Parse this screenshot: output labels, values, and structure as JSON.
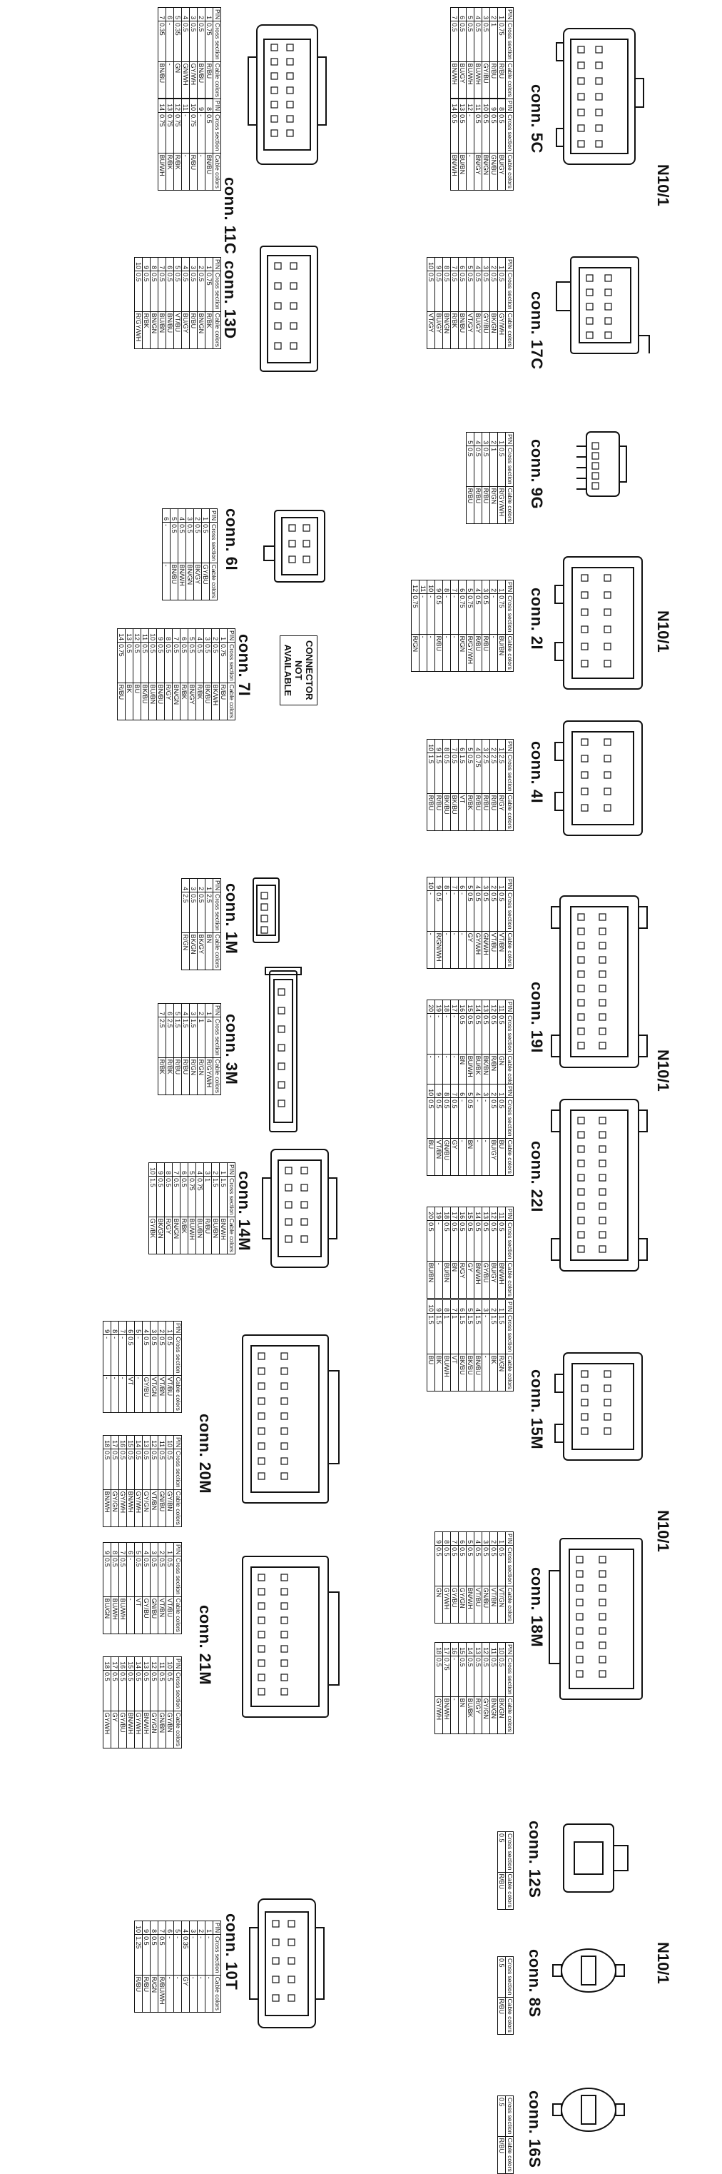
{
  "page": {
    "section_labels": [
      "N10/1",
      "N10/1",
      "N10/1",
      "N10/1",
      "N10/1"
    ]
  },
  "header": {
    "pin": "PIN",
    "cross": "Cross section",
    "cable": "Cable colors"
  },
  "connectors": {
    "c5C": {
      "title": "conn. 5C",
      "rows": [
        [
          "1",
          "0.75",
          "R/BU",
          "8",
          "0.5",
          "BU/GY"
        ],
        [
          "2",
          "1",
          "R/BU",
          "9",
          "0.5",
          "GN/BU"
        ],
        [
          "3",
          "0.5",
          "GY/BU",
          "10",
          "0.5",
          "BN/GN"
        ],
        [
          "4",
          "0.5",
          "BU/WH",
          "11",
          "0.5",
          "BN/GY"
        ],
        [
          "5",
          "0.5",
          "BU/WH",
          "12",
          "-",
          "-"
        ],
        [
          "6",
          "0.5",
          "BU/GY",
          "13",
          "0.5",
          "BU/BN"
        ],
        [
          "7",
          "0.5",
          "BN/WH",
          "14",
          "0.5",
          "BN/WH"
        ]
      ]
    },
    "c11C": {
      "title": "conn. 11C",
      "rows": [
        [
          "1",
          "0.75",
          "R/BU",
          "8",
          "0.5",
          "BN/BU"
        ],
        [
          "2",
          "0.5",
          "BN/BU",
          "9",
          "-",
          "-"
        ],
        [
          "3",
          "0.5",
          "GY/WH",
          "10",
          "0.75",
          "R/BU"
        ],
        [
          "4",
          "0.5",
          "GN/WH",
          "11",
          "-",
          "-"
        ],
        [
          "5",
          "0.35",
          "GN",
          "12",
          "0.75",
          "R/BK"
        ],
        [
          "6",
          "-",
          "-",
          "13",
          "0.75",
          "R/BK"
        ],
        [
          "7",
          "0.35",
          "BN/BU",
          "14",
          "0.75",
          "BU/WH"
        ]
      ]
    },
    "c17C": {
      "title": "conn. 17C",
      "rows": [
        [
          "1",
          "0.5",
          "GY/WH"
        ],
        [
          "2",
          "0.5",
          "BK/GN"
        ],
        [
          "3",
          "0.5",
          "GY/BU"
        ],
        [
          "4",
          "0.5",
          "BU/GY"
        ],
        [
          "5",
          "0.5",
          "VT/GY"
        ],
        [
          "6",
          "0.5",
          "BN/BU"
        ],
        [
          "7",
          "0.5",
          "R/BK"
        ],
        [
          "8",
          "0.5",
          "BN/GN"
        ],
        [
          "9",
          "0.5",
          "BU/GY"
        ],
        [
          "10",
          "0.5",
          "VT/GY"
        ]
      ]
    },
    "c13D": {
      "title": "conn. 13D",
      "rows": [
        [
          "1",
          "0.75",
          "R/BK"
        ],
        [
          "2",
          "0.5",
          "BN/GN"
        ],
        [
          "3",
          "0.5",
          "R/BU"
        ],
        [
          "4",
          "0.5",
          "BU/GY"
        ],
        [
          "5",
          "0.5",
          "VT/BU"
        ],
        [
          "6",
          "0.5",
          "BN/BU"
        ],
        [
          "7",
          "0.5",
          "BU/BN"
        ],
        [
          "8",
          "0.5",
          "BN/GN"
        ],
        [
          "9",
          "0.5",
          "R/BK"
        ],
        [
          "10",
          "0.5",
          "R/GY/WH"
        ]
      ]
    },
    "c9G": {
      "title": "conn. 9G",
      "rows": [
        [
          "1",
          "0.5",
          "R/GY/WH"
        ],
        [
          "2",
          "1",
          "R/GN"
        ],
        [
          "3",
          "0.5",
          "R/BU"
        ],
        [
          "4",
          "0.5",
          "R/BU"
        ],
        [
          "5",
          "0.5",
          "R/BU"
        ]
      ]
    },
    "c6I": {
      "title": "conn. 6I",
      "rows": [
        [
          "1",
          "0.5",
          "GY/BU"
        ],
        [
          "2",
          "0.5",
          "BK/GY"
        ],
        [
          "3",
          "0.5",
          "BN/GN"
        ],
        [
          "4",
          "0.5",
          "BN/WH"
        ],
        [
          "5",
          "0.5",
          "BN/BU"
        ],
        [
          "6",
          "-",
          "-"
        ]
      ]
    },
    "c7I": {
      "title": "conn. 7I",
      "rows": [
        [
          "1",
          "0.75",
          "R/BU"
        ],
        [
          "2",
          "0.5",
          "BK/WH"
        ],
        [
          "3",
          "0.5",
          "BK/BU"
        ],
        [
          "4",
          "0.5",
          "R/BK"
        ],
        [
          "5",
          "0.5",
          "BN/GY"
        ],
        [
          "6",
          "0.5",
          "R/BK"
        ],
        [
          "7",
          "0.5",
          "BN/GN"
        ],
        [
          "8",
          "0.5",
          "R/GY"
        ],
        [
          "9",
          "0.5",
          "BN/BU"
        ],
        [
          "10",
          "0.5",
          "BU/BN"
        ],
        [
          "11",
          "0.5",
          "BK/BU"
        ],
        [
          "12",
          "0.5",
          "BU"
        ],
        [
          "13",
          "0.5",
          "BK"
        ],
        [
          "14",
          "0.75",
          "R/BU"
        ]
      ]
    },
    "c2I": {
      "title": "conn. 2I",
      "rows": [
        [
          "1",
          "0.75",
          "BU/BN"
        ],
        [
          "2",
          "-",
          "-"
        ],
        [
          "3",
          "0.5",
          "R/BU"
        ],
        [
          "4",
          "0.5",
          "R/BU"
        ],
        [
          "5",
          "0.75",
          "R/GY/WH"
        ],
        [
          "6",
          "0.75",
          "R/GN"
        ],
        [
          "7",
          "-",
          "-"
        ],
        [
          "8",
          "-",
          "-"
        ],
        [
          "9",
          "0.5",
          "R/BU"
        ],
        [
          "10",
          "-",
          "-"
        ],
        [
          "11",
          "-",
          "-"
        ],
        [
          "12",
          "0.75",
          "R/GN"
        ]
      ]
    },
    "c4I": {
      "title": "conn. 4I",
      "rows": [
        [
          "1",
          "2.5",
          "R/GY"
        ],
        [
          "2",
          "2.5",
          "R/BU"
        ],
        [
          "3",
          "2.5",
          "R/BU"
        ],
        [
          "4",
          "0.75",
          "R/BU"
        ],
        [
          "5",
          "0.5",
          "R/BK"
        ],
        [
          "6",
          "1.5",
          "VT"
        ],
        [
          "7",
          "0.5",
          "BK/BU"
        ],
        [
          "8",
          "0.5",
          "BK/BU"
        ],
        [
          "9",
          "1.5",
          "R/BU"
        ],
        [
          "10",
          "1.5",
          "R/BU"
        ]
      ]
    },
    "c1M": {
      "title": "conn. 1M",
      "rows": [
        [
          "1",
          "2.5",
          "BN"
        ],
        [
          "2",
          "0.5",
          "BK/GY"
        ],
        [
          "3",
          "0.5",
          "BK/GN"
        ],
        [
          "4",
          "2.5",
          "R/GN"
        ]
      ]
    },
    "c3M": {
      "title": "conn. 3M",
      "rows": [
        [
          "1",
          "4",
          "R/GY/WH"
        ],
        [
          "2",
          "1",
          "R/GN"
        ],
        [
          "3",
          "1.5",
          "R/GN"
        ],
        [
          "4",
          "1.5",
          "R/BU"
        ],
        [
          "5",
          "1.5",
          "R/BU"
        ],
        [
          "6",
          "2.5",
          "R/BK"
        ],
        [
          "7",
          "2.5",
          "R/BK"
        ]
      ]
    },
    "c14M": {
      "title": "conn. 14M",
      "rows": [
        [
          "1",
          "1.5",
          "BN/WH"
        ],
        [
          "2",
          "1.5",
          "BU/BN"
        ],
        [
          "3",
          "1",
          "R/BU"
        ],
        [
          "4",
          "0.75",
          "BU/BN"
        ],
        [
          "5",
          "0.75",
          "BU/WH"
        ],
        [
          "6",
          "0.5",
          "R/BK"
        ],
        [
          "7",
          "0.5",
          "BN/GN"
        ],
        [
          "8",
          "0.5",
          "R/GY"
        ],
        [
          "9",
          "0.5",
          "BK/GN"
        ],
        [
          "10",
          "1.5",
          "GY/BK"
        ]
      ]
    },
    "c19I": {
      "title": "conn. 19I",
      "rows": [
        [
          "1",
          "0.5",
          "VT/BN"
        ],
        [
          "2",
          "0.5",
          "VT/BU"
        ],
        [
          "3",
          "0.5",
          "GN/WH"
        ],
        [
          "4",
          "0.5",
          "GY/WH"
        ],
        [
          "5",
          "0.5",
          "GY"
        ],
        [
          "6",
          "-",
          "-"
        ],
        [
          "7",
          "-",
          "-"
        ],
        [
          "8",
          "-",
          "-"
        ],
        [
          "9",
          "0.5",
          "R/GN/WH"
        ],
        [
          "10",
          "-",
          "-"
        ]
      ]
    },
    "c19I_b": {
      "rows": [
        [
          "11",
          "0.5",
          "GN"
        ],
        [
          "12",
          "0.5",
          "R/BN"
        ],
        [
          "13",
          "0.5",
          "BK/BN"
        ],
        [
          "14",
          "0.5",
          "BU/BK"
        ],
        [
          "15",
          "0.5",
          "BU/WH"
        ],
        [
          "16",
          "0.5",
          "BN"
        ],
        [
          "17",
          "-",
          "-"
        ],
        [
          "18",
          "-",
          "-"
        ],
        [
          "19",
          "-",
          "-"
        ],
        [
          "20",
          "-",
          "-"
        ]
      ]
    },
    "c22I": {
      "title": "conn. 22I",
      "rows": [
        [
          "1",
          "0.5",
          "BU"
        ],
        [
          "2",
          "0.5",
          "BU/GY"
        ],
        [
          "3",
          "-",
          "-"
        ],
        [
          "4",
          "-",
          "-"
        ],
        [
          "5",
          "0.5",
          "BN"
        ],
        [
          "6",
          "-",
          "-"
        ],
        [
          "7",
          "0.5",
          "GY"
        ],
        [
          "8",
          "0.5",
          "GN/BU"
        ],
        [
          "9",
          "0.5",
          "VT/BN"
        ],
        [
          "10",
          "0.5",
          "BU"
        ]
      ]
    },
    "c22I_b": {
      "rows": [
        [
          "11",
          "0.5",
          "BN/WH"
        ],
        [
          "12",
          "0.5",
          "BU/GY"
        ],
        [
          "13",
          "0.5",
          "GY/BU"
        ],
        [
          "14",
          "0.5",
          "BN/WH"
        ],
        [
          "15",
          "0.5",
          "GY"
        ],
        [
          "16",
          "0.5",
          "R/GY"
        ],
        [
          "17",
          "0.5",
          "BN"
        ],
        [
          "18",
          "0.5",
          "BU/BN"
        ],
        [
          "19",
          "-",
          "-"
        ],
        [
          "20",
          "0.5",
          "BU/BN"
        ]
      ]
    },
    "c15M": {
      "title": "conn. 15M",
      "rows": [
        [
          "1",
          "1.5",
          "R/GN"
        ],
        [
          "2",
          "1.5",
          "BK"
        ],
        [
          "3",
          "-",
          "-"
        ],
        [
          "4",
          "1.5",
          "BN/BU"
        ],
        [
          "5",
          "1.5",
          "BK/BU"
        ],
        [
          "6",
          "1.5",
          "BK/BU"
        ],
        [
          "7",
          "1",
          "VT"
        ],
        [
          "8",
          "1",
          "BU/WH"
        ],
        [
          "9",
          "1.5",
          "BK"
        ],
        [
          "10",
          "1.5",
          "BU"
        ]
      ]
    },
    "c18M": {
      "title": "conn. 18M",
      "rows": [
        [
          "1",
          "0.5",
          "VT/GN"
        ],
        [
          "2",
          "0.5",
          "VT/BN"
        ],
        [
          "3",
          "0.5",
          "GN/BU"
        ],
        [
          "4",
          "0.5",
          "VT/BU"
        ],
        [
          "5",
          "0.5",
          "BN/WH"
        ],
        [
          "6",
          "0.5",
          "GY/GN"
        ],
        [
          "7",
          "0.5",
          "GY/BU"
        ],
        [
          "8",
          "0.5",
          "GY/WH"
        ],
        [
          "9",
          "0.5",
          "GN"
        ]
      ]
    },
    "c18M_b": {
      "rows": [
        [
          "10",
          "0.5",
          "BK/GN"
        ],
        [
          "11",
          "0.5",
          "BN/GN"
        ],
        [
          "12",
          "0.5",
          "GY/GN"
        ],
        [
          "13",
          "0.5",
          "R/GY"
        ],
        [
          "14",
          "0.5",
          "BU/BK"
        ],
        [
          "15",
          "0.5",
          "BN"
        ],
        [
          "16",
          "-",
          "-"
        ],
        [
          "17",
          "0.75",
          "BN/WH"
        ],
        [
          "18",
          "0.5",
          "GY/WH"
        ]
      ]
    },
    "c20M": {
      "title": "conn. 20M",
      "rows": [
        [
          "1",
          "0.5",
          "VT/BU"
        ],
        [
          "2",
          "0.5",
          "VT/BN"
        ],
        [
          "3",
          "0.5",
          "VT/GN"
        ],
        [
          "4",
          "0.5",
          "GY/BU"
        ],
        [
          "5",
          "-",
          "-"
        ],
        [
          "6",
          "0.5",
          "VT"
        ],
        [
          "7",
          "-",
          "-"
        ],
        [
          "8",
          "-",
          "-"
        ],
        [
          "9",
          "-",
          "-"
        ]
      ]
    },
    "c20M_b": {
      "rows": [
        [
          "10",
          "0.5",
          "GY/BN"
        ],
        [
          "11",
          "0.5",
          "GN/BU"
        ],
        [
          "12",
          "0.5",
          "VT/BN"
        ],
        [
          "13",
          "0.5",
          "GY/GN"
        ],
        [
          "14",
          "0.5",
          "GY/WH"
        ],
        [
          "15",
          "0.5",
          "BN/WH"
        ],
        [
          "16",
          "0.5",
          "GY/WH"
        ],
        [
          "17",
          "0.5",
          "GY/GN"
        ],
        [
          "18",
          "0.5",
          "BN/WH"
        ]
      ]
    },
    "c21M": {
      "title": "conn. 21M",
      "rows": [
        [
          "1",
          "0.5",
          "VT/BU"
        ],
        [
          "2",
          "0.5",
          "VT/BN"
        ],
        [
          "3",
          "0.5",
          "GN/BU"
        ],
        [
          "4",
          "0.5",
          "GY/BU"
        ],
        [
          "5",
          "0.5",
          "VT"
        ],
        [
          "6",
          "-",
          "-"
        ],
        [
          "7",
          "0.5",
          "BU/WH"
        ],
        [
          "8",
          "0.5",
          "BU/WH"
        ],
        [
          "9",
          "0.5",
          "BU/GN"
        ]
      ]
    },
    "c21M_b": {
      "rows": [
        [
          "10",
          "0.5",
          "GY/BN"
        ],
        [
          "11",
          "0.5",
          "GN/BN"
        ],
        [
          "12",
          "0.5",
          "GY/GN"
        ],
        [
          "13",
          "0.5",
          "BN/WH"
        ],
        [
          "14",
          "0.5",
          "GY/WH"
        ],
        [
          "15",
          "0.5",
          "BN/WH"
        ],
        [
          "16",
          "0.5",
          "GY/BU"
        ],
        [
          "17",
          "0.5",
          "GY"
        ],
        [
          "18",
          "0.5",
          "GY/WH"
        ]
      ]
    },
    "c12S": {
      "title": "conn. 12S",
      "rows": [
        [
          "0.5",
          "R/BU"
        ]
      ]
    },
    "c8S": {
      "title": "conn. 8S",
      "rows": [
        [
          "0.5",
          "R/BU"
        ]
      ]
    },
    "c16S": {
      "title": "conn. 16S",
      "rows": [
        [
          "0.5",
          "R/BU"
        ]
      ]
    },
    "c10T": {
      "title": "conn. 10T",
      "rows": [
        [
          "1",
          "-",
          "-"
        ],
        [
          "2",
          "-",
          "-"
        ],
        [
          "3",
          "-",
          "-"
        ],
        [
          "4",
          "0.35",
          "GY"
        ],
        [
          "5",
          "-",
          "-"
        ],
        [
          "6",
          "-",
          "-"
        ],
        [
          "7",
          "0.5",
          "R/BU/WH"
        ],
        [
          "8",
          "0.5",
          "R/GN"
        ],
        [
          "9",
          "0.5",
          "R/BU"
        ],
        [
          "10",
          "1.25",
          "R/BU"
        ]
      ]
    }
  },
  "note": {
    "line1": "CONNECTOR",
    "line2": "NOT",
    "line3": "AVAILABLE"
  }
}
